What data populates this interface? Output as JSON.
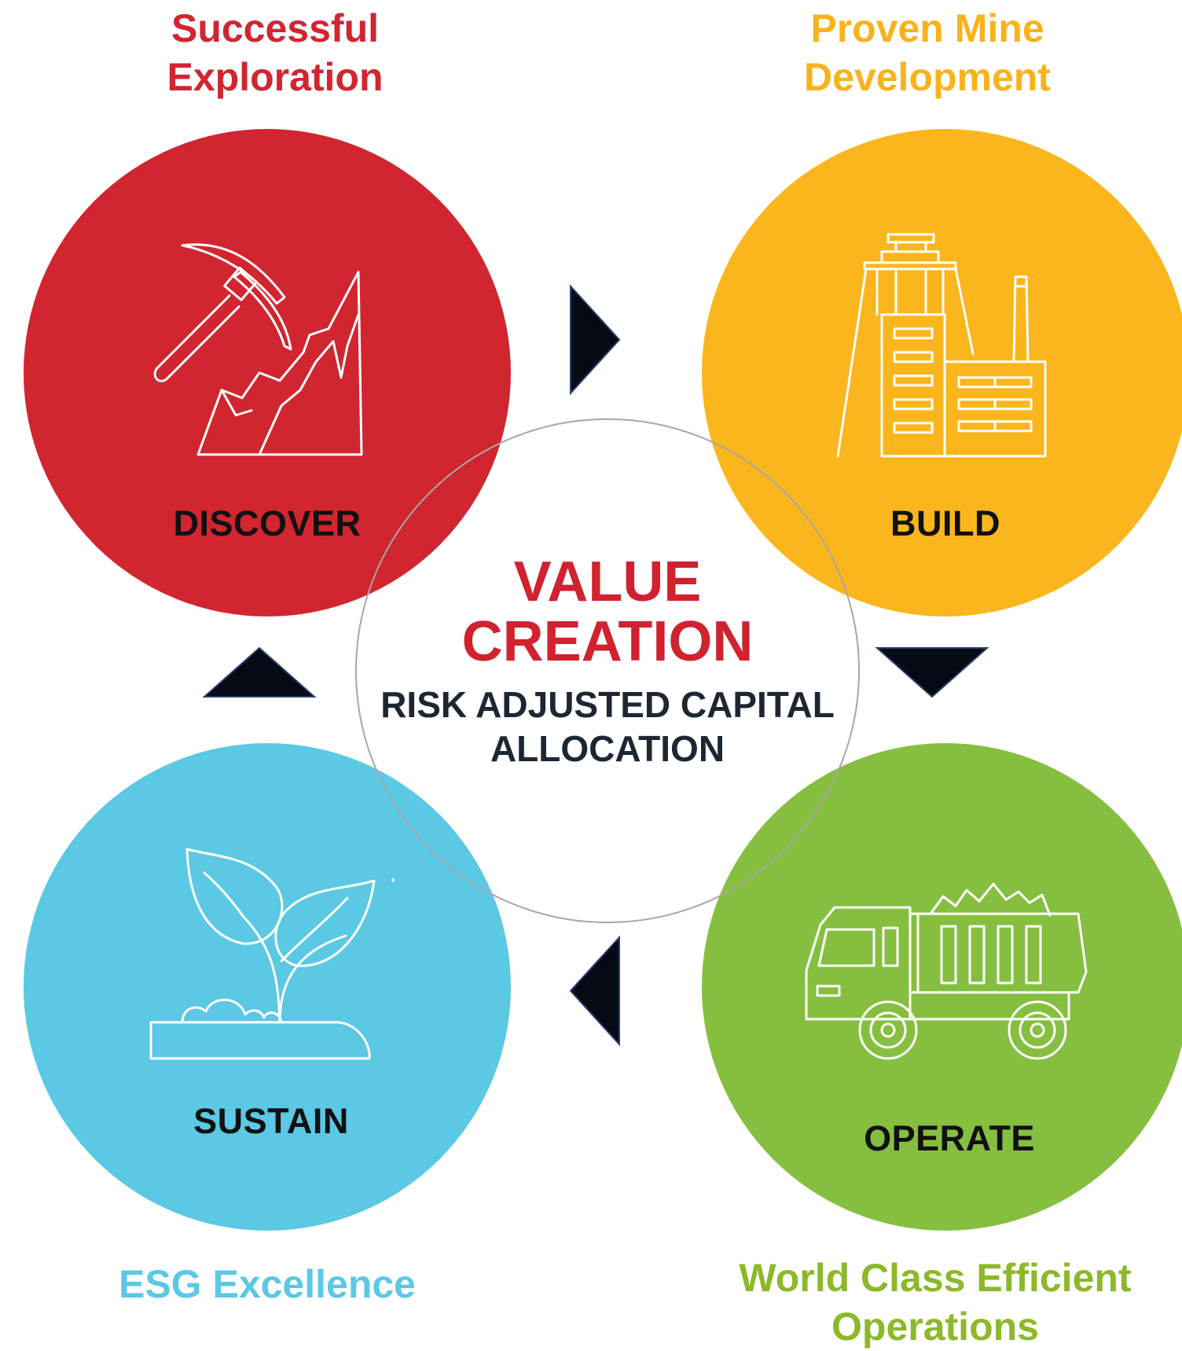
{
  "captions": {
    "discover": [
      "Successful",
      "Exploration"
    ],
    "build": [
      "Proven Mine",
      "Development"
    ],
    "operate": [
      "World Class Efficient",
      "Operations"
    ],
    "sustain": [
      "ESG Excellence"
    ]
  },
  "stages": {
    "discover": {
      "label": "DISCOVER",
      "color": "#d12530",
      "icon": "pickaxe-mountain-icon"
    },
    "build": {
      "label": "BUILD",
      "color": "#fbb61d",
      "icon": "mine-headframe-factory-icon"
    },
    "operate": {
      "label": "OPERATE",
      "color": "#86bf40",
      "icon": "dump-truck-icon"
    },
    "sustain": {
      "label": "SUSTAIN",
      "color": "#5bc8e4",
      "icon": "plant-sprout-icon"
    }
  },
  "center": {
    "title": [
      "VALUE",
      "CREATION"
    ],
    "subtitle": [
      "RISK ADJUSTED CAPITAL",
      "ALLOCATION"
    ]
  },
  "colors": {
    "discover_caption": "#d12530",
    "build_caption": "#f8b31c",
    "operate_caption": "#8cb82a",
    "sustain_caption": "#5bc8e4",
    "arrow": "#050a14"
  }
}
